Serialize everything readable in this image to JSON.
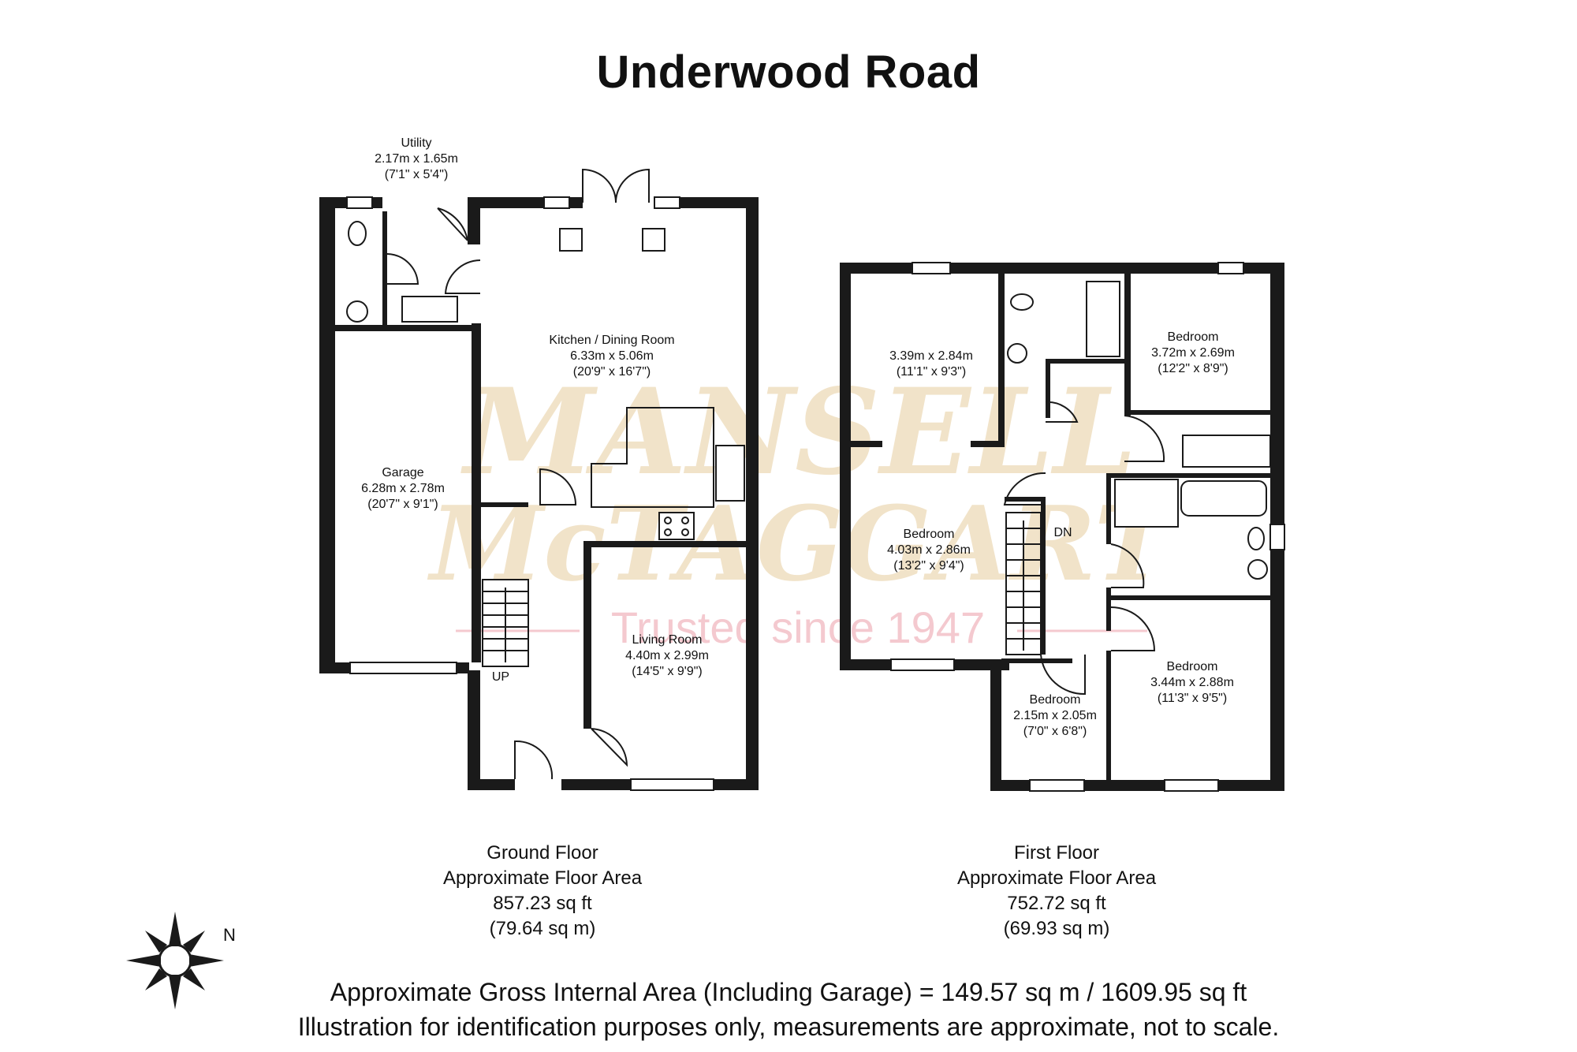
{
  "title": "Underwood Road",
  "watermark": {
    "line1": "MANSELL",
    "line2": "McTAGGART",
    "tagline": "Trusted since 1947"
  },
  "ground_floor": {
    "rooms": {
      "utility": {
        "name": "Utility",
        "metric": "2.17m x 1.65m",
        "imperial": "(7'1\" x 5'4\")"
      },
      "kitchen": {
        "name": "Kitchen / Dining Room",
        "metric": "6.33m x 5.06m",
        "imperial": "(20'9\" x 16'7\")"
      },
      "garage": {
        "name": "Garage",
        "metric": "6.28m x 2.78m",
        "imperial": "(20'7\" x 9'1\")"
      },
      "living": {
        "name": "Living Room",
        "metric": "4.40m x 2.99m",
        "imperial": "(14'5\" x 9'9\")"
      }
    },
    "stairs_label": "UP",
    "area": {
      "line1": "Ground Floor",
      "line2": "Approximate Floor Area",
      "line3": "857.23 sq ft",
      "line4": "(79.64 sq m)"
    }
  },
  "first_floor": {
    "rooms": {
      "bed_nw": {
        "name": "",
        "metric": "3.39m x 2.84m",
        "imperial": "(11'1\" x 9'3\")"
      },
      "bed_ne": {
        "name": "Bedroom",
        "metric": "3.72m x 2.69m",
        "imperial": "(12'2\" x 8'9\")"
      },
      "bed_w": {
        "name": "Bedroom",
        "metric": "4.03m x 2.86m",
        "imperial": "(13'2\" x 9'4\")"
      },
      "bed_se": {
        "name": "Bedroom",
        "metric": "3.44m x 2.88m",
        "imperial": "(11'3\" x 9'5\")"
      },
      "bed_small": {
        "name": "Bedroom",
        "metric": "2.15m x 2.05m",
        "imperial": "(7'0\" x 6'8\")"
      }
    },
    "stairs_label": "DN",
    "area": {
      "line1": "First Floor",
      "line2": "Approximate Floor Area",
      "line3": "752.72 sq ft",
      "line4": "(69.93 sq m)"
    }
  },
  "compass": {
    "label": "N"
  },
  "footer": {
    "line1": "Approximate Gross Internal Area (Including Garage) = 149.57 sq m / 1609.95 sq ft",
    "line2": "Illustration for identification purposes only, measurements are approximate, not to scale."
  }
}
